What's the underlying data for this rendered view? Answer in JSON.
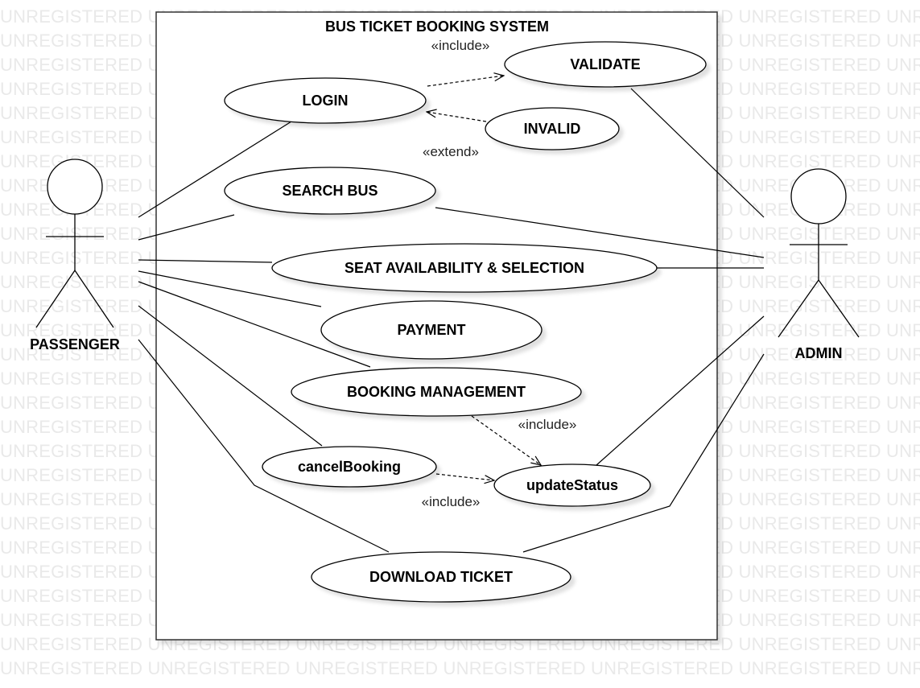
{
  "watermark": {
    "text": "UNREGISTERED"
  },
  "system": {
    "title": "BUS TICKET BOOKING SYSTEM"
  },
  "actors": {
    "passenger": "PASSENGER",
    "admin": "ADMIN"
  },
  "use_cases": {
    "login": "LOGIN",
    "validate": "VALIDATE",
    "invalid": "INVALID",
    "search_bus": "SEARCH BUS",
    "seat_selection": "SEAT AVAILABILITY & SELECTION",
    "payment": "PAYMENT",
    "booking_management": "BOOKING MANAGEMENT",
    "cancel_booking": "cancelBooking",
    "update_status": "updateStatus",
    "download_ticket": "DOWNLOAD TICKET"
  },
  "relationships": {
    "login_validate": "«include»",
    "invalid_login": "«extend»",
    "booking_update": "«include»",
    "cancel_update": "«include»"
  }
}
